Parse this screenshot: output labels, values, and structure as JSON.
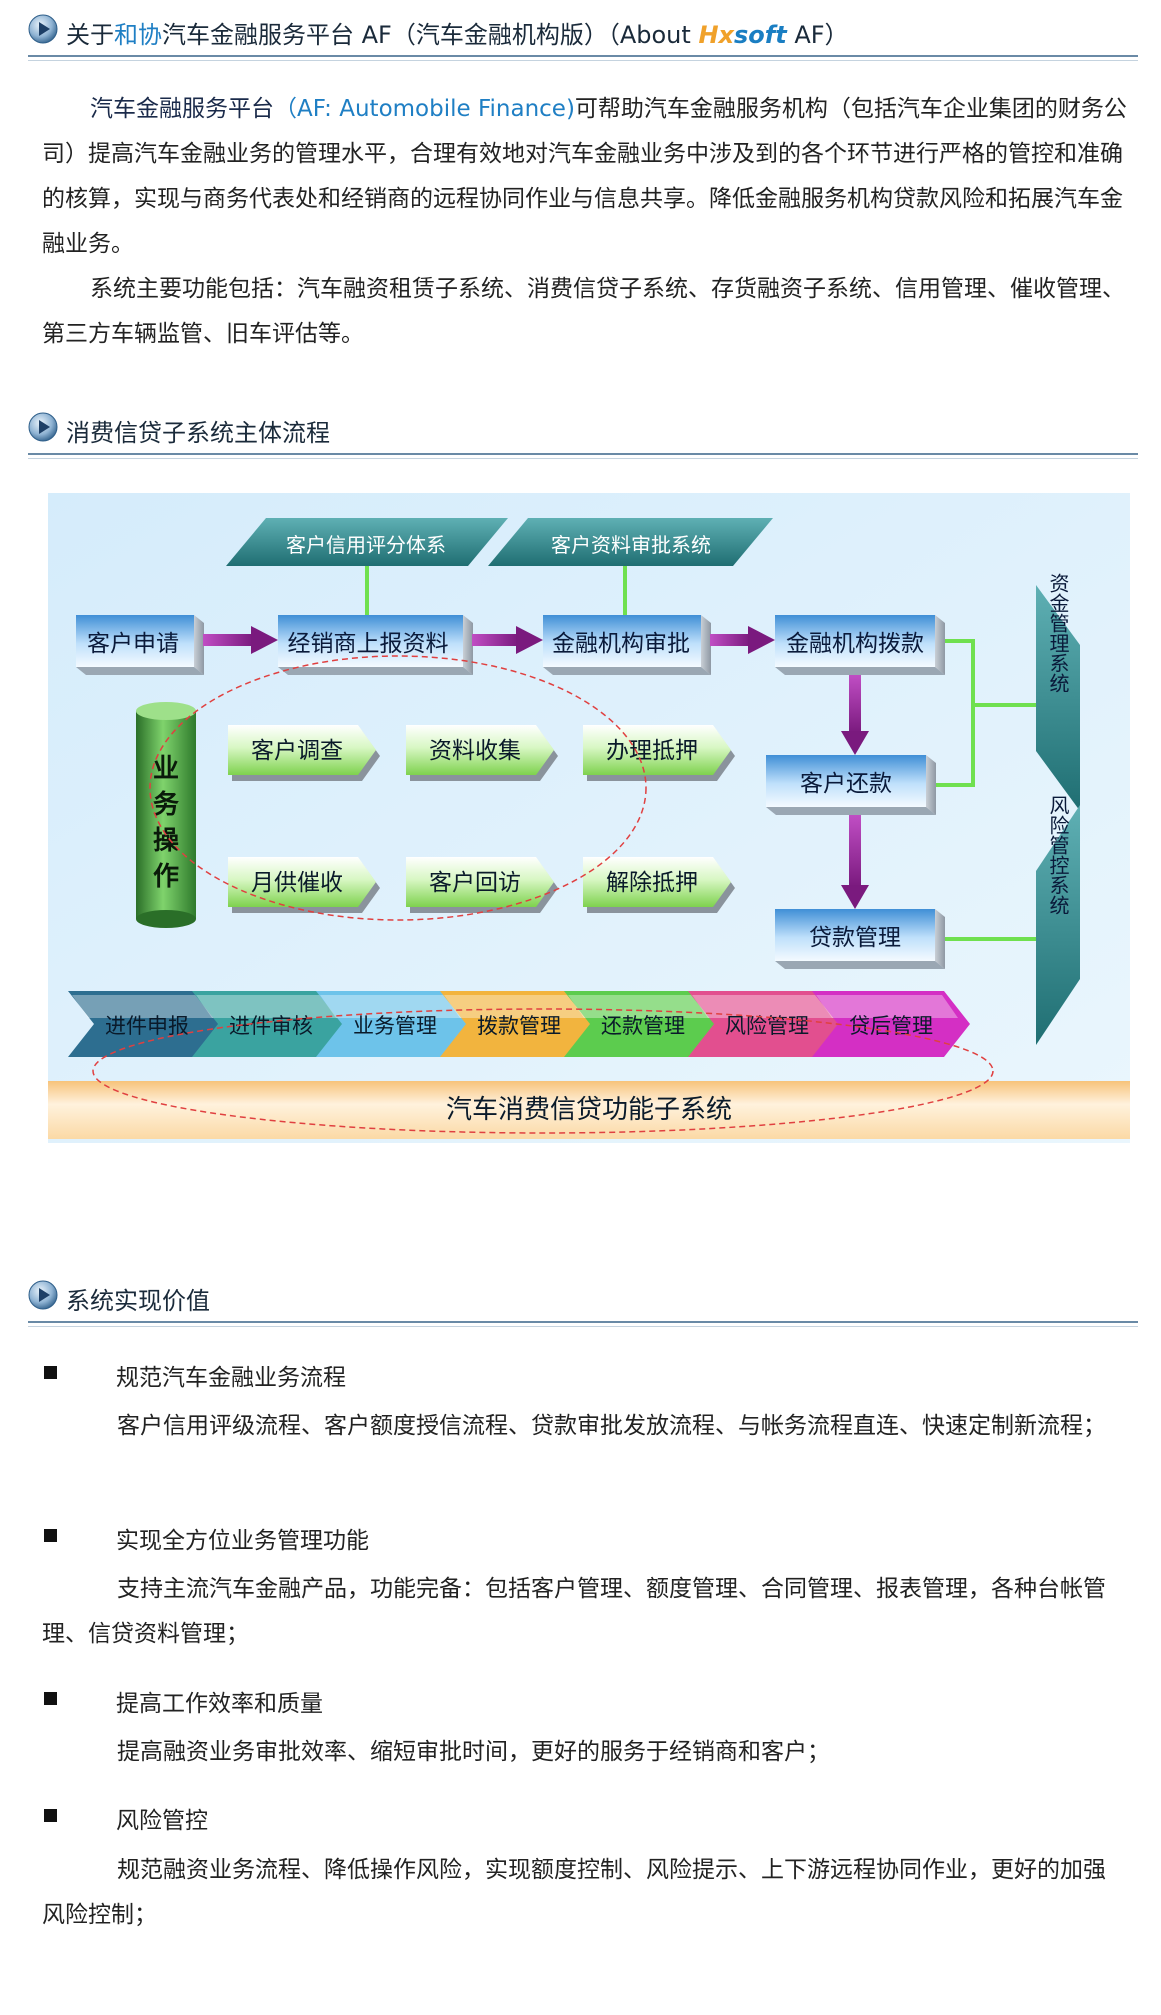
{
  "about": {
    "title_prefix": "关于",
    "title_brand": "和协",
    "title_mid": "汽车金融服务平台 AF（汽车金融机构版）（About ",
    "logo_hx": "Hx",
    "logo_soft": "soft",
    "title_suffix": " AF）",
    "para1_lead": "汽车金融服务平台",
    "para1_af": "（AF:  Automobile  Finance)",
    "para1_rest": "可帮助汽车金融服务机构（包括汽车企业集团的财务公司）提高汽车金融业务的管理水平，合理有效地对汽车金融业务中涉及到的各个环节进行严格的管控和准确的核算，实现与商务代表处和经销商的远程协同作业与信息共享。降低金融服务机构贷款风险和拓展汽车金融业务。",
    "para2": "系统主要功能包括：汽车融资租赁子系统、消费信贷子系统、存货融资子系统、信用管理、催收管理、第三方车辆监管、旧车评估等。"
  },
  "flow_section": {
    "title": "消费信贷子系统主体流程"
  },
  "diagram": {
    "top_para": [
      "客户信用评分体系",
      "客户资料审批系统"
    ],
    "main_steps": [
      "客户申请",
      "经销商上报资料",
      "金融机构审批",
      "金融机构拨款"
    ],
    "repay": "客户还款",
    "loan_mgmt": "贷款管理",
    "side_vertical": [
      "资金管理系统",
      "风险管控系统"
    ],
    "cylinder_label": [
      "业",
      "务",
      "操",
      "作"
    ],
    "ops": [
      "客户调查",
      "资料收集",
      "办理抵押",
      "月供催收",
      "客户回访",
      "解除抵押"
    ],
    "chevrons": [
      "进件申报",
      "进件审核",
      "业务管理",
      "拨款管理",
      "还款管理",
      "风险管理",
      "贷后管理"
    ],
    "base_title": "汽车消费信贷功能子系统",
    "colors": {
      "chevron": [
        "#2d6e90",
        "#3aa3a0",
        "#6dc3ea",
        "#f2b43e",
        "#5ccc4e",
        "#e24f8f",
        "#d42fc4"
      ],
      "parallelogram": "#3a8f92",
      "arrow_purple": "#8b1f8e",
      "connector_green": "#6fe04f",
      "cylinder": "#3d8a3a"
    }
  },
  "values_section": {
    "title": "系统实现价值",
    "items": [
      {
        "head": "规范汽车金融业务流程",
        "desc": "客户信用评级流程、客户额度授信流程、贷款审批发放流程、与帐务流程直连、快速定制新流程；"
      },
      {
        "head": "实现全方位业务管理功能",
        "desc": "支持主流汽车金融产品，功能完备：包括客户管理、额度管理、合同管理、报表管理，各种台帐管理、信贷资料管理；"
      },
      {
        "head": "提高工作效率和质量",
        "desc": "提高融资业务审批效率、缩短审批时间，更好的服务于经销商和客户；"
      },
      {
        "head": "风险管控",
        "desc": "规范融资业务流程、降低操作风险，实现额度控制、风险提示、上下游远程协同作业，更好的加强风险控制；"
      }
    ]
  }
}
